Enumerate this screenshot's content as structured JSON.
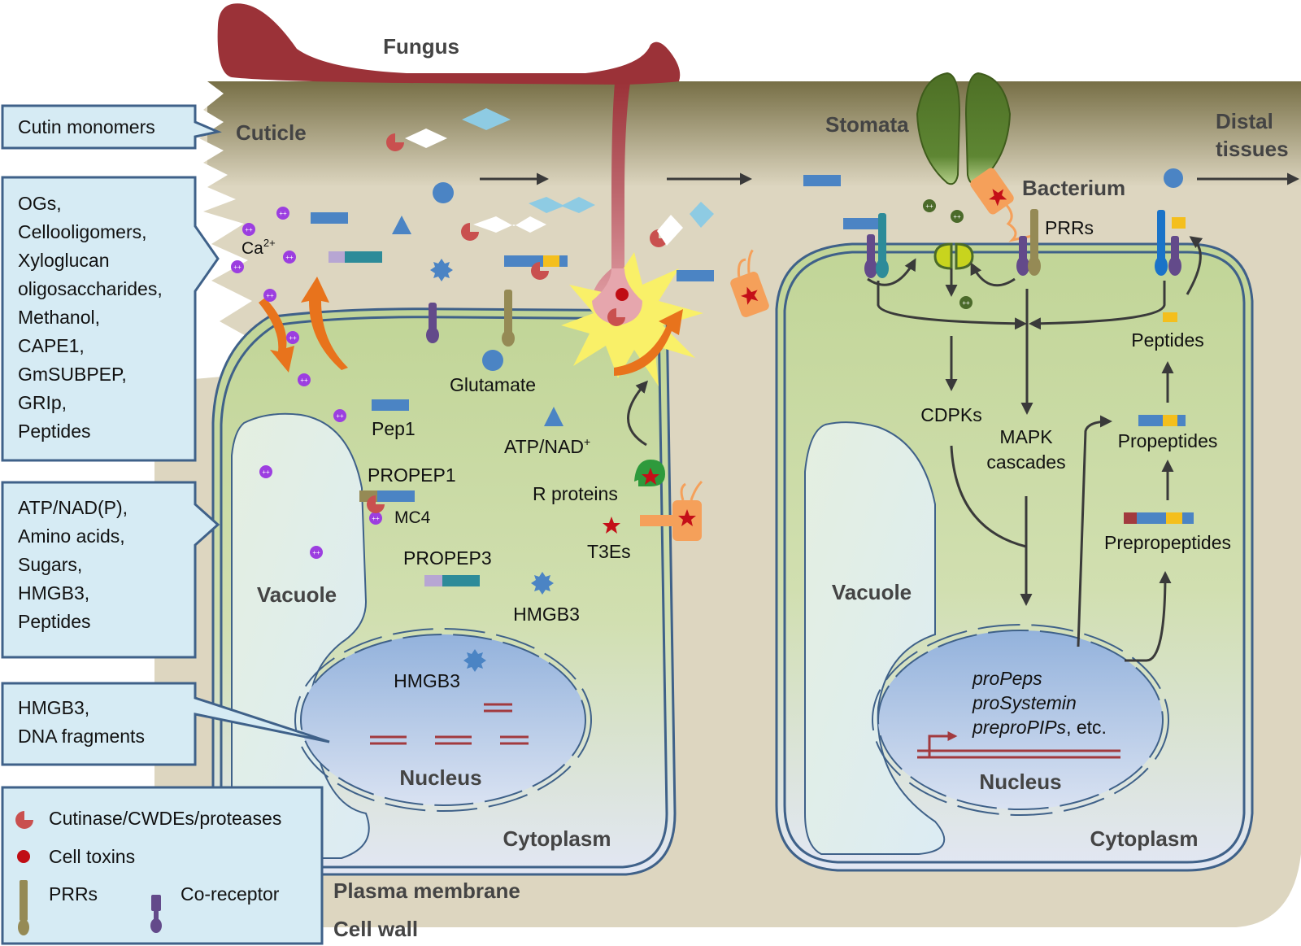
{
  "diagram": {
    "regions": {
      "fungus": "Fungus",
      "cuticle": "Cuticle",
      "stomata": "Stomata",
      "distal_tissues_line1": "Distal",
      "distal_tissues_line2": "tissues",
      "bacterium": "Bacterium",
      "plasma_membrane": "Plasma membrane",
      "cell_wall": "Cell wall",
      "left_vacuole": "Vacuole",
      "left_nucleus": "Nucleus",
      "left_cytoplasm": "Cytoplasm",
      "right_vacuole": "Vacuole",
      "right_nucleus": "Nucleus",
      "right_cytoplasm": "Cytoplasm"
    },
    "callouts": [
      {
        "id": "cutin",
        "lines": [
          "Cutin monomers"
        ]
      },
      {
        "id": "cell-wall-damps",
        "lines": [
          "OGs,",
          "Cellooligomers,",
          "Xyloglucan",
          "oligosaccharides,",
          "Methanol,",
          "CAPE1,",
          "GmSUBPEP,",
          "GRIp,",
          "Peptides"
        ]
      },
      {
        "id": "cytoplasmic-damps",
        "lines": [
          "ATP/NAD(P),",
          "Amino acids,",
          "Sugars,",
          "HMGB3,",
          "Peptides"
        ]
      },
      {
        "id": "nuclear-damps",
        "lines": [
          "HMGB3,",
          "DNA fragments"
        ]
      }
    ],
    "left_cell_labels": {
      "calcium": "Ca",
      "calcium_sup": "2+",
      "glutamate": "Glutamate",
      "pep1": "Pep1",
      "atp_nad": "ATP/NAD",
      "atp_nad_sup": "+",
      "propep1": "PROPEP1",
      "mc4": "MC4",
      "r_proteins": "R proteins",
      "t3es": "T3Es",
      "propep3": "PROPEP3",
      "hmgb3_cyto": "HMGB3",
      "hmgb3_nuc": "HMGB3"
    },
    "right_cell_labels": {
      "prrs": "PRRs",
      "cdpks": "CDPKs",
      "mapk_line1": "MAPK",
      "mapk_line2": "cascades",
      "peptides": "Peptides",
      "propeptides": "Propeptides",
      "prepropeptides": "Prepropeptides",
      "genes": [
        "proPeps",
        "proSystemin",
        "preproPIPs"
      ],
      "genes_suffix": ", etc."
    },
    "legend": [
      {
        "icon": "cutinase-icon",
        "label": "Cutinase/CWDEs/proteases"
      },
      {
        "icon": "cell-toxin-icon",
        "label": "Cell toxins"
      },
      {
        "icon": "prr-icon",
        "label": "PRRs"
      },
      {
        "icon": "co-receptor-icon",
        "label": "Co-receptor"
      }
    ],
    "ion_symbol": "++",
    "colors": {
      "fungus": "#9b3238",
      "cuticle_top": "#7d7650",
      "cell_wall": "#ddd6c0",
      "cytoplasm_top": "#c2d69a",
      "cytoplasm_bottom": "#e3e8f3",
      "membrane": "#3f6189",
      "callout_fill": "#d6ebf4",
      "callout_stroke": "#3f6189",
      "calcium_ion": "#9c3ee0",
      "peptide_blue": "#4b84c4",
      "peptide_yellow": "#f4bf1d",
      "orange_arrow": "#e8731c",
      "stomata": "#4d6f25",
      "bacterium": "#f5a05a",
      "prr": "#958a55",
      "co_receptor": "#634a8a",
      "dna": "#a23a3e"
    }
  }
}
